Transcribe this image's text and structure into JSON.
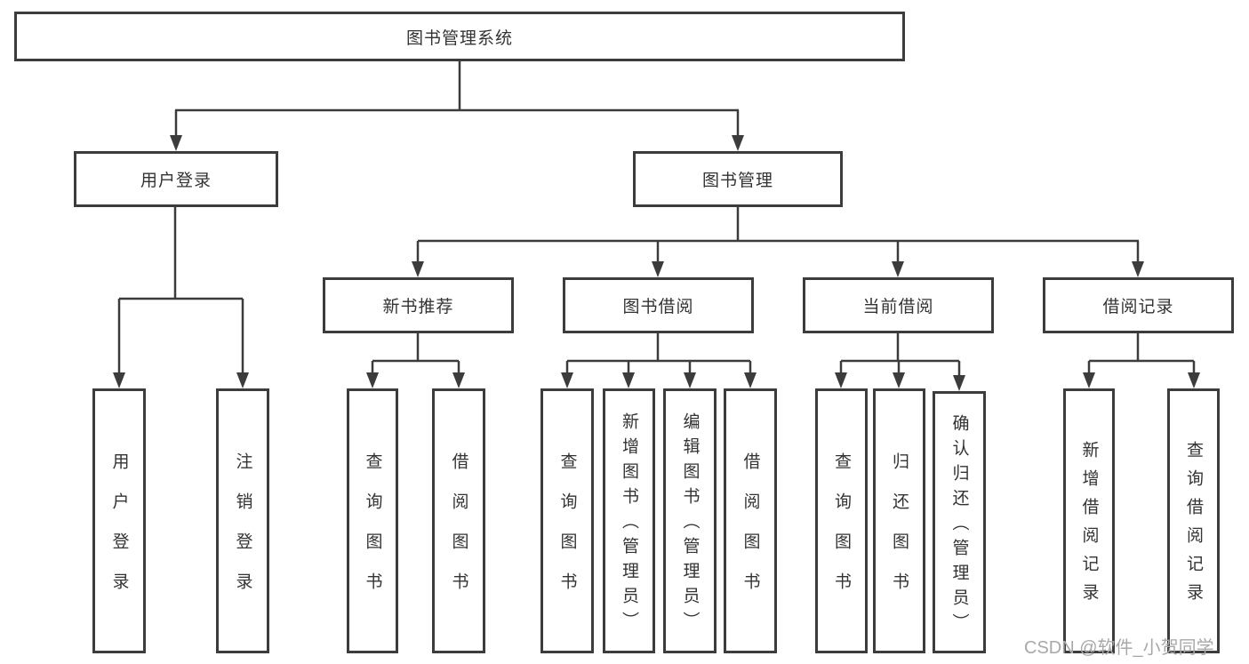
{
  "tree": {
    "label": "图书管理系统",
    "children": [
      {
        "label": "用户登录",
        "children": [
          {
            "label": "用户登录"
          },
          {
            "label": "注销登录"
          }
        ]
      },
      {
        "label": "图书管理",
        "children": [
          {
            "label": "新书推荐",
            "children": [
              {
                "label": "查询图书"
              },
              {
                "label": "借阅图书"
              }
            ]
          },
          {
            "label": "图书借阅",
            "children": [
              {
                "label": "查询图书"
              },
              {
                "label": "新增图书（管理员）"
              },
              {
                "label": "编辑图书（管理员）"
              },
              {
                "label": "借阅图书"
              }
            ]
          },
          {
            "label": "当前借阅",
            "children": [
              {
                "label": "查询图书"
              },
              {
                "label": "归还图书"
              },
              {
                "label": "确认归还（管理员）"
              }
            ]
          },
          {
            "label": "借阅记录",
            "children": [
              {
                "label": "新增借阅记录"
              },
              {
                "label": "查询借阅记录"
              }
            ]
          }
        ]
      }
    ]
  },
  "watermark": {
    "text": "CSDN @软件_小贺同学"
  },
  "colors": {
    "line": "#3c3c3c",
    "box_border": "#3c3c3c",
    "text": "#333333",
    "watermark": "#a8a8a8",
    "background": "#ffffff"
  }
}
